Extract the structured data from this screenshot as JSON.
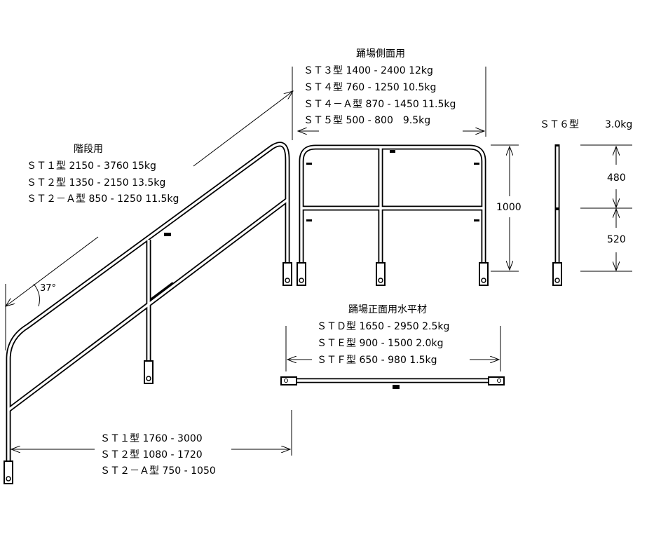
{
  "stair": {
    "title": "階段用",
    "lines": [
      "ＳＴ１型 2150 - 3760 15kg",
      "ＳＴ２型 1350 - 2150 13.5kg",
      "ＳＴ２－Ａ型 850 - 1250 11.5kg"
    ],
    "angle": "37°",
    "bottom_lines": [
      "ＳＴ１型 1760 - 3000",
      "ＳＴ２型 1080 - 1720",
      "ＳＴ２－Ａ型 750 - 1050"
    ]
  },
  "landing_side": {
    "title": "踊場側面用",
    "lines": [
      "ＳＴ３型 1400 - 2400 12kg",
      "ＳＴ４型 760 - 1250 10.5kg",
      "ＳＴ４－Ａ型 870 - 1450 11.5kg",
      "ＳＴ５型 500 - 800　9.5kg"
    ],
    "height": "1000"
  },
  "st6": {
    "label": "ＳＴ６型",
    "weight": "3.0kg",
    "upper": "480",
    "lower": "520"
  },
  "landing_front": {
    "title": "踊場正面用水平材",
    "lines": [
      "ＳＴＤ型 1650 - 2950 2.5kg",
      "ＳＴＥ型 900 - 1500 2.0kg",
      "ＳＴＦ型 650 - 980 1.5kg"
    ]
  }
}
